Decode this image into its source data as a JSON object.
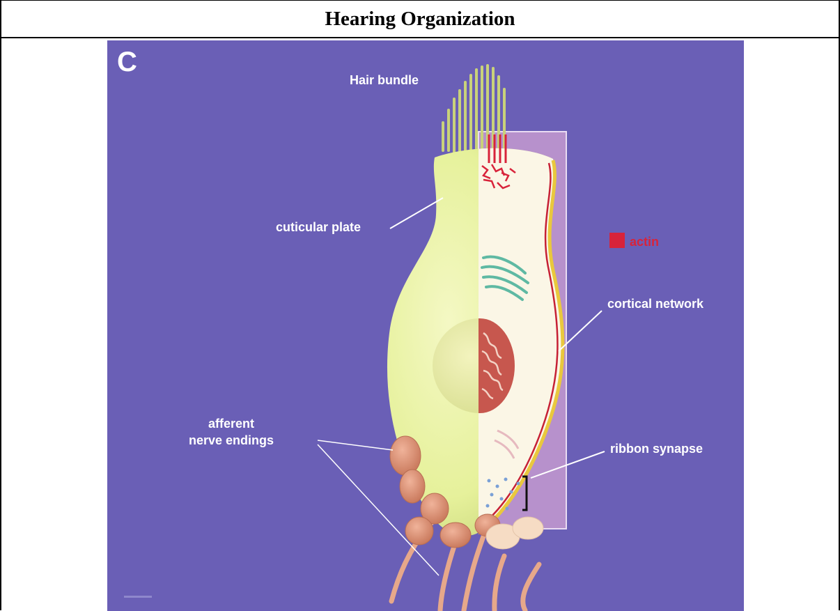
{
  "title": "Hearing Organization",
  "figure": {
    "panel_letter": "C",
    "labels": {
      "hair_bundle": "Hair bundle",
      "cuticular_plate": "cuticular plate",
      "actin": "actin",
      "cortical_network": "cortical network",
      "afferent_line1": "afferent",
      "afferent_line2": "nerve endings",
      "ribbon_synapse": "ribbon synapse"
    },
    "colors": {
      "background": "#6a5fb6",
      "cell_body": "#e8f3a0",
      "actin": "#d8233a",
      "nerve_endings": "#e3967a",
      "highlight_panel": "#c49ad0"
    }
  }
}
